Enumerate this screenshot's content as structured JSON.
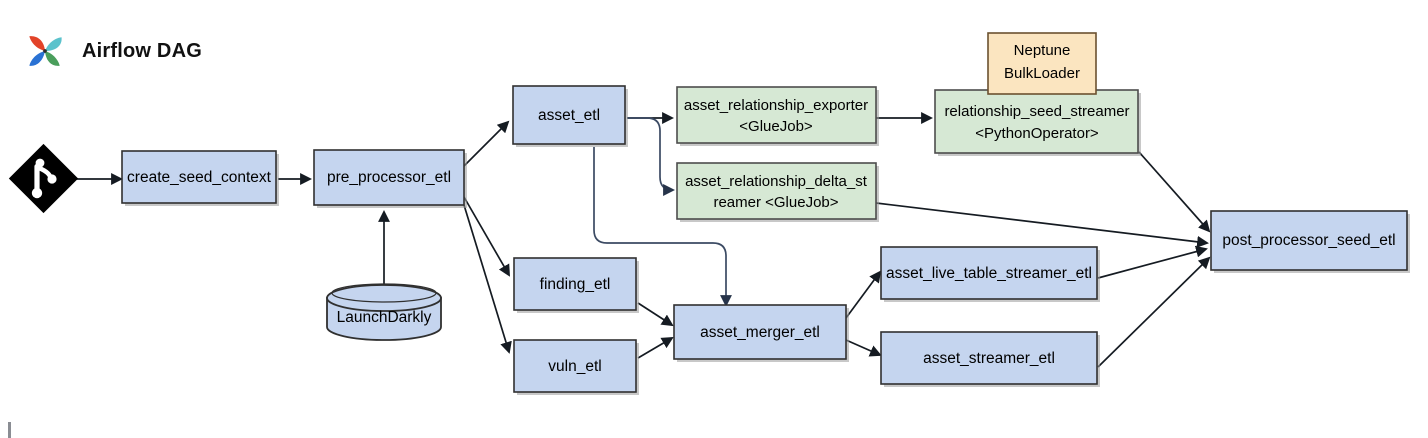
{
  "header": {
    "title": "Airflow DAG",
    "logo_name": "airflow-pinwheel-logo",
    "logo_colors": {
      "red": "#e24329",
      "teal": "#5bc2cc",
      "blue": "#2a72d4",
      "green": "#4a9e5c"
    }
  },
  "palette": {
    "box_blue_fill": "#c5d5ef",
    "box_green_fill": "#d6e8d4",
    "note_fill": "#fbe5c0",
    "stroke_dark": "#303030",
    "edge_color": "#151b22",
    "background": "#ffffff"
  },
  "graph": {
    "start_node": {
      "name": "start-node",
      "shape": "diamond",
      "icon": "git-branch-icon"
    },
    "nodes": [
      {
        "id": "create_seed_context",
        "label": "create_seed_context",
        "type": "task",
        "color": "blue"
      },
      {
        "id": "pre_processor_etl",
        "label": "pre_processor_etl",
        "type": "task",
        "color": "blue"
      },
      {
        "id": "launch_darkly",
        "label": "LaunchDarkly",
        "type": "datastore",
        "color": "blue"
      },
      {
        "id": "asset_etl",
        "label": "asset_etl",
        "type": "task",
        "color": "blue"
      },
      {
        "id": "finding_etl",
        "label": "finding_etl",
        "type": "task",
        "color": "blue"
      },
      {
        "id": "vuln_etl",
        "label": "vuln_etl",
        "type": "task",
        "color": "blue"
      },
      {
        "id": "asset_merger_etl",
        "label": "asset_merger_etl",
        "type": "task",
        "color": "blue"
      },
      {
        "id": "asset_relationship_exporter",
        "label_line1": "asset_relationship_exporter",
        "label_line2": "<GlueJob>",
        "type": "gluejob",
        "color": "green"
      },
      {
        "id": "asset_relationship_delta_streamer",
        "label_line1": "asset_relationship_delta_st",
        "label_line2": "reamer <GlueJob>",
        "type": "gluejob",
        "color": "green"
      },
      {
        "id": "relationship_seed_streamer",
        "label_line1": "relationship_seed_streamer",
        "label_line2": "<PythonOperator>",
        "type": "pythonoperator",
        "color": "green"
      },
      {
        "id": "neptune_bulkloader",
        "label_line1": "Neptune",
        "label_line2": "BulkLoader",
        "type": "note",
        "color": "cream"
      },
      {
        "id": "asset_live_table_streamer_etl",
        "label": "asset_live_table_streamer_etl",
        "type": "task",
        "color": "blue"
      },
      {
        "id": "asset_streamer_etl",
        "label": "asset_streamer_etl",
        "type": "task",
        "color": "blue"
      },
      {
        "id": "post_processor_seed_etl",
        "label": "post_processor_seed_etl",
        "type": "task",
        "color": "blue"
      }
    ],
    "edges": [
      {
        "from": "start-node",
        "to": "create_seed_context"
      },
      {
        "from": "create_seed_context",
        "to": "pre_processor_etl"
      },
      {
        "from": "launch_darkly",
        "to": "pre_processor_etl"
      },
      {
        "from": "pre_processor_etl",
        "to": "asset_etl"
      },
      {
        "from": "pre_processor_etl",
        "to": "finding_etl"
      },
      {
        "from": "pre_processor_etl",
        "to": "vuln_etl"
      },
      {
        "from": "asset_etl",
        "to": "asset_relationship_exporter"
      },
      {
        "from": "asset_etl",
        "to": "asset_relationship_delta_streamer"
      },
      {
        "from": "asset_etl",
        "to": "asset_merger_etl"
      },
      {
        "from": "finding_etl",
        "to": "asset_merger_etl"
      },
      {
        "from": "vuln_etl",
        "to": "asset_merger_etl"
      },
      {
        "from": "asset_relationship_exporter",
        "to": "relationship_seed_streamer"
      },
      {
        "from": "relationship_seed_streamer",
        "to": "post_processor_seed_etl"
      },
      {
        "from": "asset_relationship_delta_streamer",
        "to": "post_processor_seed_etl"
      },
      {
        "from": "asset_merger_etl",
        "to": "asset_live_table_streamer_etl"
      },
      {
        "from": "asset_merger_etl",
        "to": "asset_streamer_etl"
      },
      {
        "from": "asset_live_table_streamer_etl",
        "to": "post_processor_seed_etl"
      },
      {
        "from": "asset_streamer_etl",
        "to": "post_processor_seed_etl"
      }
    ]
  }
}
